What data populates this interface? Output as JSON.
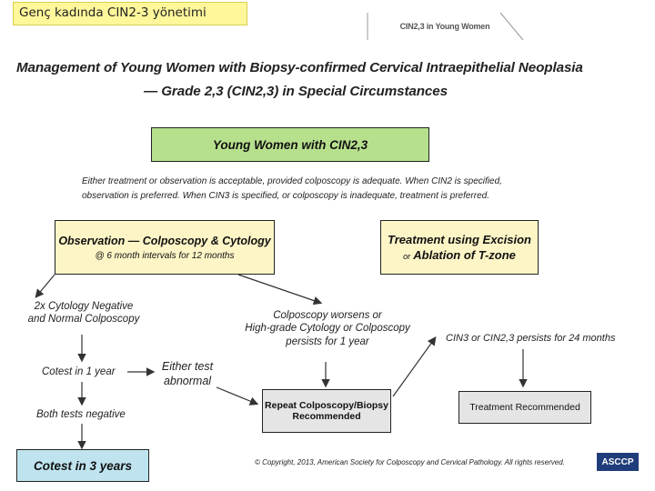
{
  "slide_label": "Genç kadında CIN2-3 yönetimi",
  "header_text": "CIN2,3 in Young Women",
  "title": {
    "line1": "Management of Young Women with Biopsy-confirmed Cervical Intraepithelial Neoplasia",
    "line2": "— Grade 2,3 (CIN2,3) in Special Circumstances"
  },
  "boxes": {
    "young_women": "Young Women with CIN2,3",
    "observation_line1": "Observation — Colposcopy & Cytology",
    "observation_line2": "@ 6 month intervals for 12 months",
    "treatment_line1": "Treatment using Excision",
    "treatment_line2_prefix": "or",
    "treatment_line2": "Ablation of T-zone",
    "repeat_line1": "Repeat Colposcopy/Biopsy",
    "repeat_line2": "Recommended",
    "treatment_recommended": "Treatment Recommended",
    "cotest_3": "Cotest in 3 years"
  },
  "notes": {
    "either_line1": "Either treatment or observation is acceptable, provided colposcopy is adequate. When CIN2 is specified,",
    "either_line2": "observation is preferred. When CIN3 is specified, or colposcopy is inadequate, treatment is preferred.",
    "cytology_neg_line1": "2x Cytology Negative",
    "cytology_neg_line2": "and Normal Colposcopy",
    "cotest_1": "Cotest in 1 year",
    "either_abnormal_line1": "Either test",
    "either_abnormal_line2": "abnormal",
    "both_negative": "Both tests negative",
    "worsens_line1": "Colposcopy worsens or",
    "worsens_line2": "High-grade Cytology or Colposcopy",
    "worsens_line3": "persists for 1 year",
    "persists_24": "CIN3 or CIN2,3 persists for 24 months"
  },
  "footer": {
    "copyright": "© Copyright, 2013, American Society for Colposcopy and Cervical Pathology. All rights reserved.",
    "logo_text": "ASCCP"
  },
  "colors": {
    "green_box": "#b7e08d",
    "yellow_box": "#fdf5c6",
    "grey_box": "#e5e5e5",
    "blue_box": "#bfe4f0",
    "label_bg": "#fff79a",
    "logo_blue": "#1f3d7a"
  }
}
